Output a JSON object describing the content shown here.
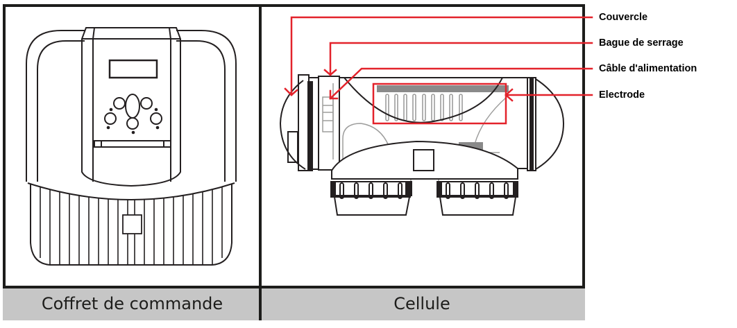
{
  "panels": [
    {
      "id": "control-box",
      "caption": "Coffret de commande"
    },
    {
      "id": "cell",
      "caption": "Cellule"
    }
  ],
  "callouts": [
    {
      "label": "Couvercle",
      "target": "cover"
    },
    {
      "label": "Bague de serrage",
      "target": "clamping-ring"
    },
    {
      "label": "Câble d'alimentation",
      "target": "power-cable"
    },
    {
      "label": "Electrode",
      "target": "electrode"
    }
  ],
  "colors": {
    "callout_red": "#e3222b",
    "line_dark": "#231f20",
    "caption_bg": "#c6c6c6",
    "inner_gray": "#9d9d9c",
    "fill_gray": "#8a8a8a"
  }
}
